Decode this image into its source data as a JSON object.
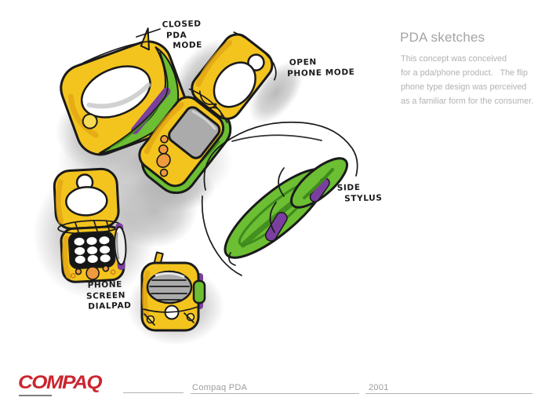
{
  "slide": {
    "title": "PDA sketches",
    "description_lines": [
      "This concept was conceived",
      "for a pda/phone product.   The flip",
      "phone type design was perceived",
      "as a familiar form for the consumer."
    ]
  },
  "annotations": {
    "closed_pda": {
      "lines": [
        "CLOSED",
        "PDA",
        "MODE"
      ]
    },
    "open_phone": {
      "lines": [
        "OPEN",
        "PHONE MODE"
      ]
    },
    "side_stylus": {
      "lines": [
        "SIDE",
        "STYLUS"
      ]
    },
    "phone_dialpad": {
      "lines": [
        "PHONE",
        "SCREEN",
        "DIALPAD"
      ]
    }
  },
  "footer": {
    "logo_text": "COMPAQ",
    "project_label": "Compaq PDA",
    "year_label": "2001"
  },
  "colors": {
    "yellow": "#F3C41E",
    "yellowLight": "#F8DB55",
    "yellowShade": "#E0A312",
    "green": "#6CBE33",
    "greenDark": "#3F8A1D",
    "purple": "#7B3FA0",
    "orange": "#F09A3E",
    "ink": "#1A1A1A",
    "shadow": "#B3B3B3",
    "screenGray": "#ABABAB",
    "padBlack": "#161616",
    "logoRed": "#CC2630",
    "titleGray": "#A4A4A4",
    "bodyGray": "#B2B2B2",
    "footGray": "#9C9C9C",
    "lineGray": "#B3B3B3"
  }
}
